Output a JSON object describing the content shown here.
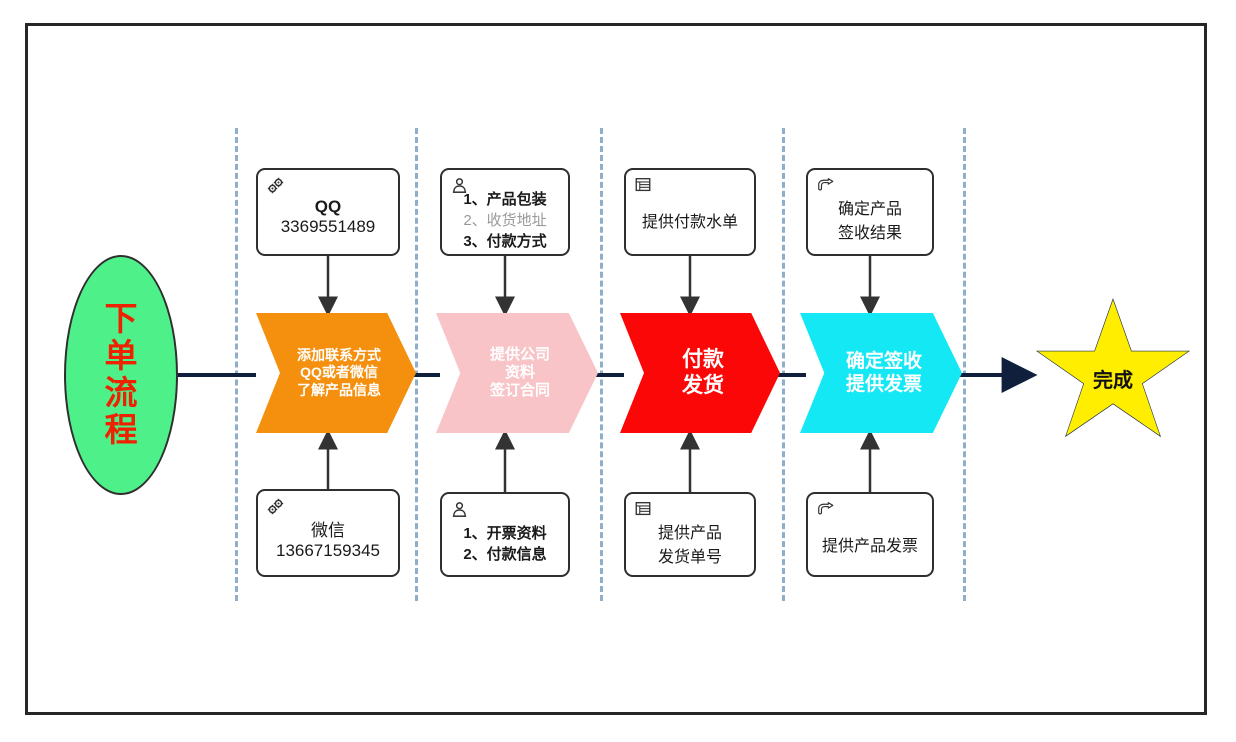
{
  "diagram": {
    "title_node": {
      "name": "start",
      "lines": [
        "下",
        "单",
        "流",
        "程"
      ],
      "fill": "#4ef08a",
      "text_color": "#ee2200"
    },
    "end_node": {
      "label": "完成",
      "fill": "#ffee00",
      "text_color": "#111111"
    },
    "stages": [
      {
        "id": "stage-1",
        "chevron": {
          "lines": [
            "添加联系方式",
            "QQ或者微信",
            "了解产品信息"
          ],
          "fill": "#f5900e",
          "text_color": "#ffffff",
          "font_size": 14
        },
        "top_box": {
          "icon": "gears-icon",
          "lines": [
            {
              "text": "QQ",
              "style": "b"
            },
            {
              "text": "3369551489",
              "style": ""
            }
          ],
          "font_size": 17
        },
        "bottom_box": {
          "icon": "gears-icon",
          "lines": [
            {
              "text": "微信",
              "style": ""
            },
            {
              "text": "13667159345",
              "style": ""
            }
          ],
          "font_size": 17
        }
      },
      {
        "id": "stage-2",
        "chevron": {
          "lines": [
            "提供公司",
            "资料",
            "签订合同"
          ],
          "fill": "#f8c4c8",
          "text_color": "#ffffff",
          "font_size": 15
        },
        "top_box": {
          "icon": "person-icon",
          "lines": [
            {
              "text": "1、产品包装",
              "style": "b"
            },
            {
              "text": "2、收货地址",
              "style": "g"
            },
            {
              "text": "3、付款方式",
              "style": "b"
            }
          ],
          "font_size": 15
        },
        "bottom_box": {
          "icon": "person-icon",
          "lines": [
            {
              "text": "1、开票资料",
              "style": "b"
            },
            {
              "text": "2、付款信息",
              "style": "b"
            }
          ],
          "font_size": 15
        }
      },
      {
        "id": "stage-3",
        "chevron": {
          "lines": [
            "付款",
            "发货"
          ],
          "fill": "#fb0707",
          "text_color": "#ffffff",
          "font_size": 21
        },
        "top_box": {
          "icon": "document-list-icon",
          "lines": [
            {
              "text": "提供付款水单",
              "style": ""
            }
          ],
          "font_size": 16
        },
        "bottom_box": {
          "icon": "document-list-icon",
          "lines": [
            {
              "text": "提供产品",
              "style": ""
            },
            {
              "text": "发货单号",
              "style": ""
            }
          ],
          "font_size": 16
        }
      },
      {
        "id": "stage-4",
        "chevron": {
          "lines": [
            "确定签收",
            "提供发票"
          ],
          "fill": "#14e8f5",
          "text_color": "#ffffff",
          "font_size": 19
        },
        "top_box": {
          "icon": "pointing-hand-icon",
          "lines": [
            {
              "text": "确定产品",
              "style": ""
            },
            {
              "text": "签收结果",
              "style": ""
            }
          ],
          "font_size": 16
        },
        "bottom_box": {
          "icon": "pointing-hand-icon",
          "lines": [
            {
              "text": "提供产品发票",
              "style": ""
            }
          ],
          "font_size": 16
        }
      }
    ],
    "style": {
      "frame_border": "#262626",
      "lane_divider": "#8faec9",
      "connector": "#10203c",
      "box_border": "#2f2f2f",
      "background": "#ffffff"
    }
  }
}
